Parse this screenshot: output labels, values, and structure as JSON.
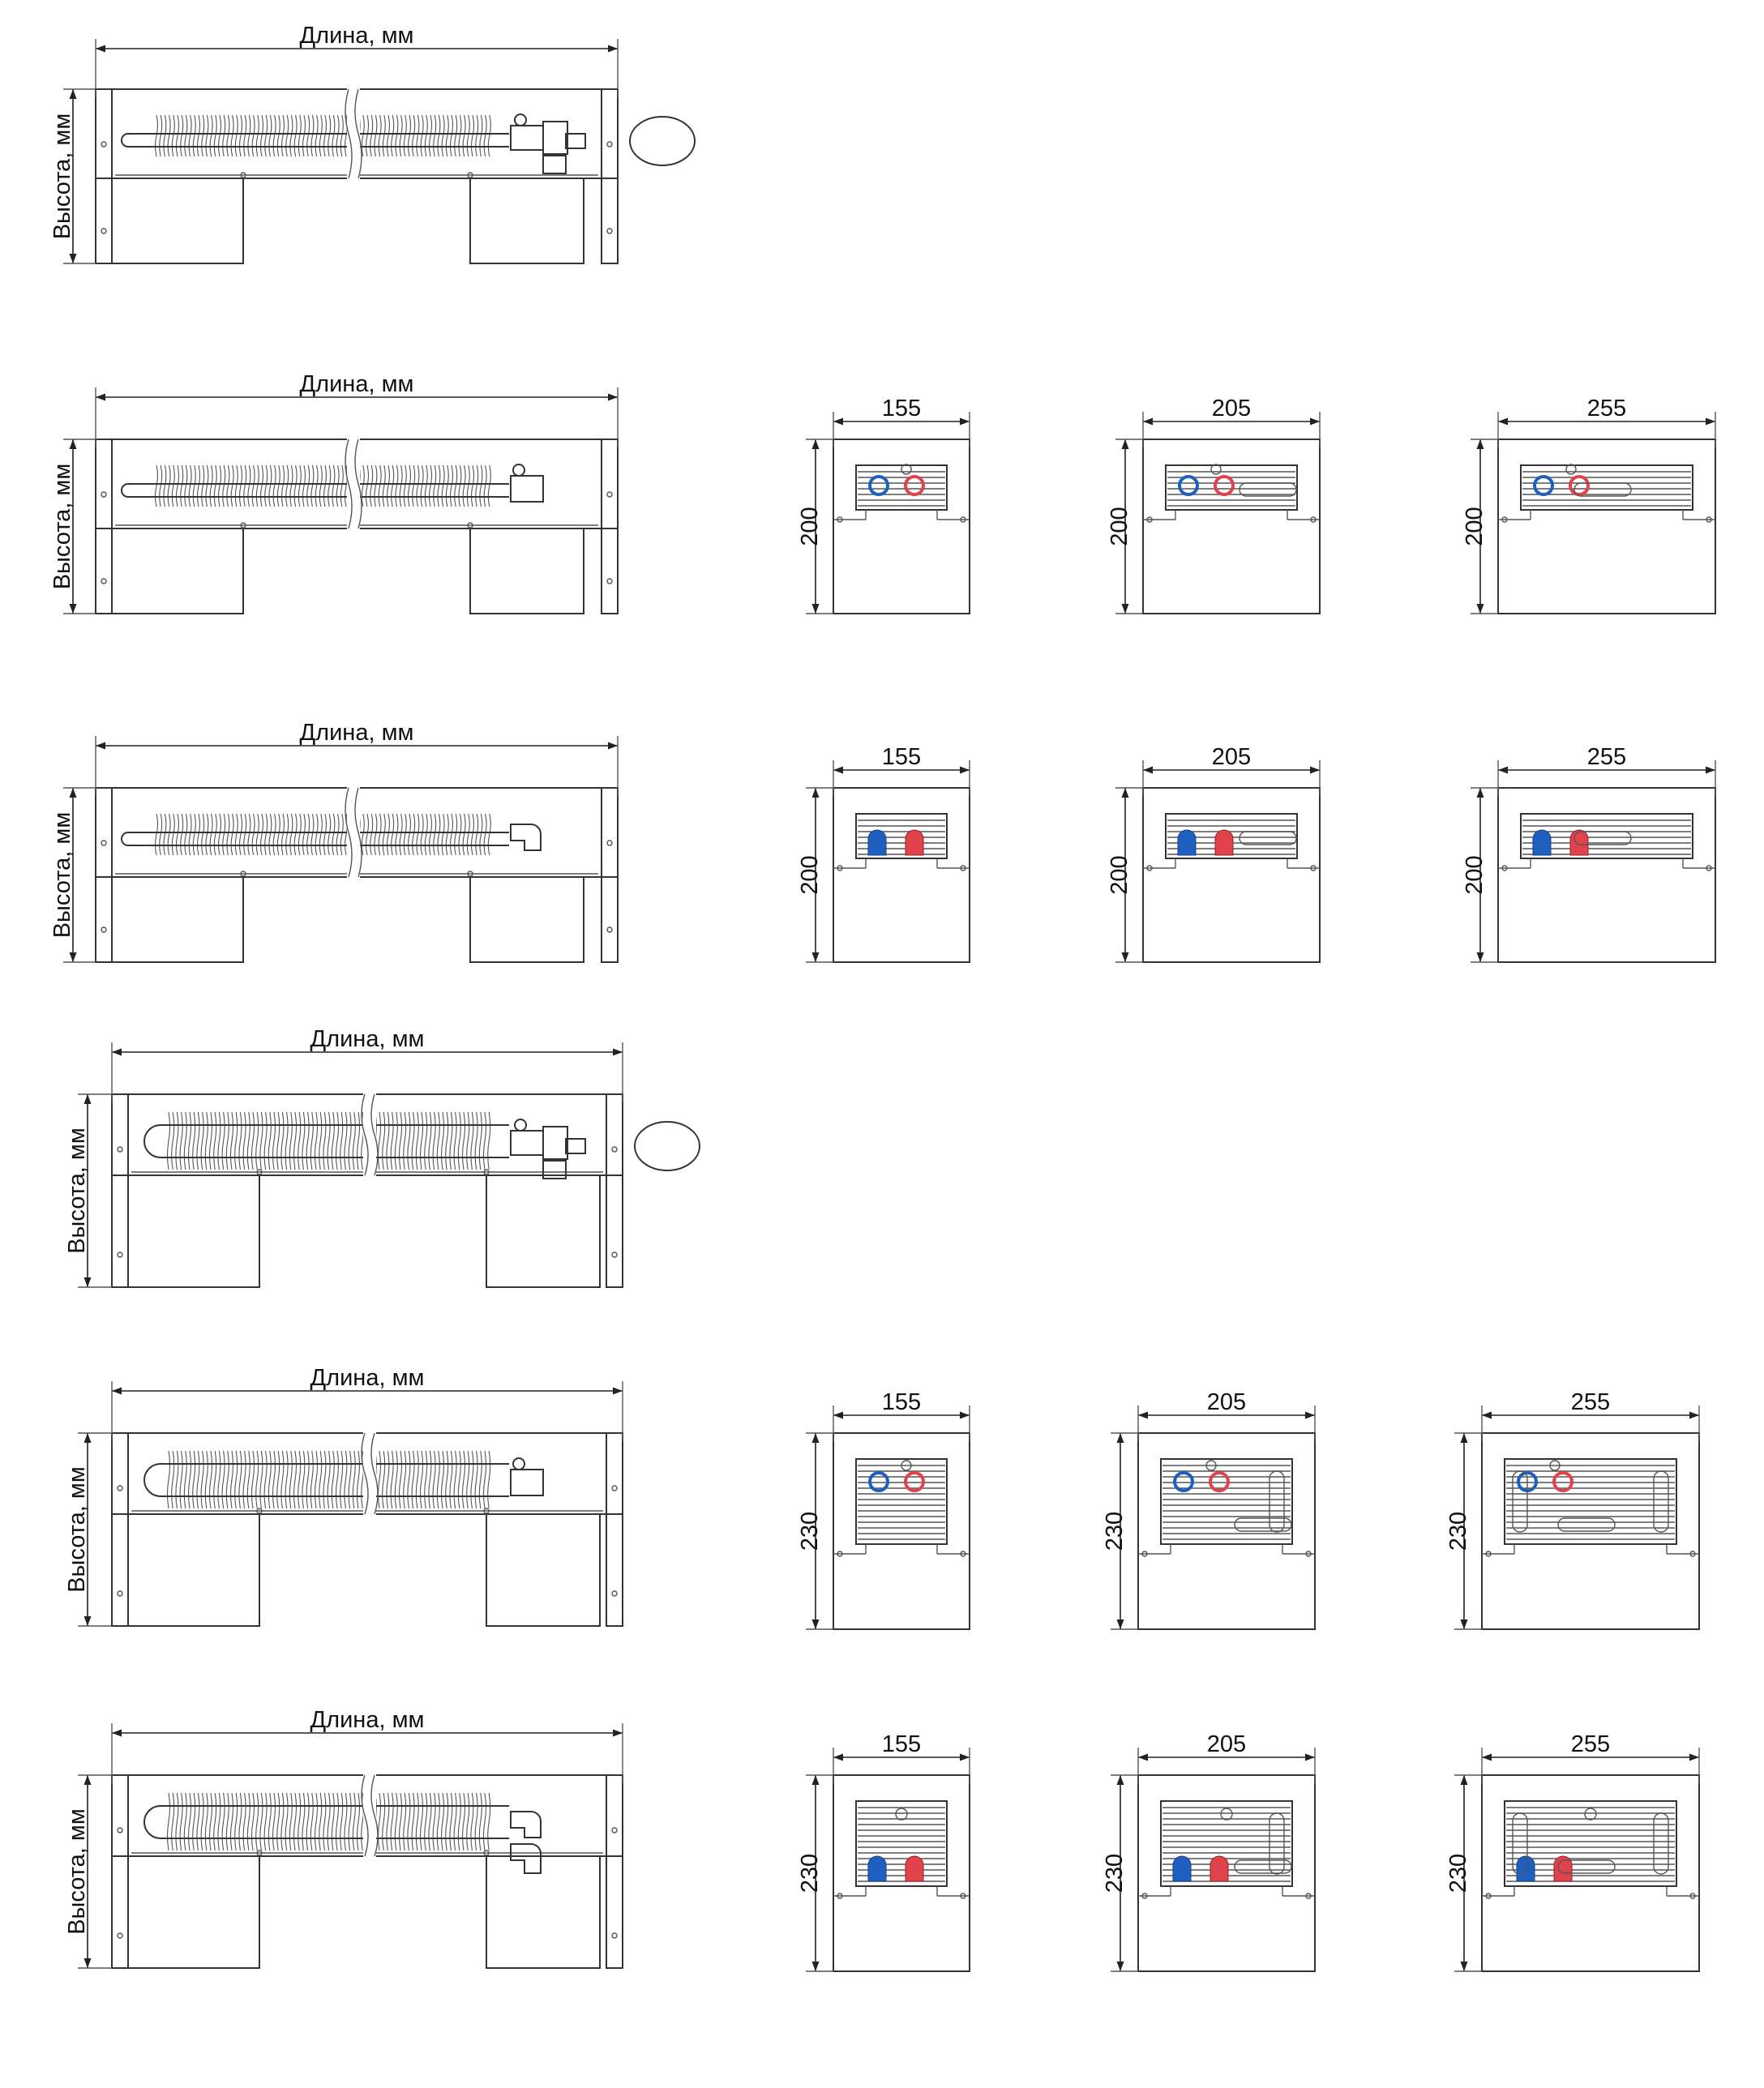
{
  "labels": {
    "length": "Длина, мм",
    "height": "Высота, мм"
  },
  "colors": {
    "cold": "#1f5fbf",
    "hot": "#e0434b",
    "line": "#333333"
  },
  "rows": [
    {
      "side": {
        "type": "A"
      },
      "ends": []
    },
    {
      "side": {
        "type": "B"
      },
      "ends": [
        {
          "width": "155",
          "height": "200",
          "style": "nuts"
        },
        {
          "width": "205",
          "height": "200",
          "style": "nuts"
        },
        {
          "width": "255",
          "height": "200",
          "style": "nuts"
        }
      ]
    },
    {
      "side": {
        "type": "C"
      },
      "ends": [
        {
          "width": "155",
          "height": "200",
          "style": "caps"
        },
        {
          "width": "205",
          "height": "200",
          "style": "caps"
        },
        {
          "width": "255",
          "height": "200",
          "style": "caps"
        }
      ]
    },
    {
      "side": {
        "type": "D"
      },
      "ends": []
    },
    {
      "side": {
        "type": "E"
      },
      "ends": [
        {
          "width": "155",
          "height": "230",
          "style": "nuts"
        },
        {
          "width": "205",
          "height": "230",
          "style": "nuts"
        },
        {
          "width": "255",
          "height": "230",
          "style": "nuts"
        }
      ]
    },
    {
      "side": {
        "type": "F"
      },
      "ends": [
        {
          "width": "155",
          "height": "230",
          "style": "caps"
        },
        {
          "width": "205",
          "height": "230",
          "style": "caps"
        },
        {
          "width": "255",
          "height": "230",
          "style": "caps"
        }
      ]
    }
  ]
}
